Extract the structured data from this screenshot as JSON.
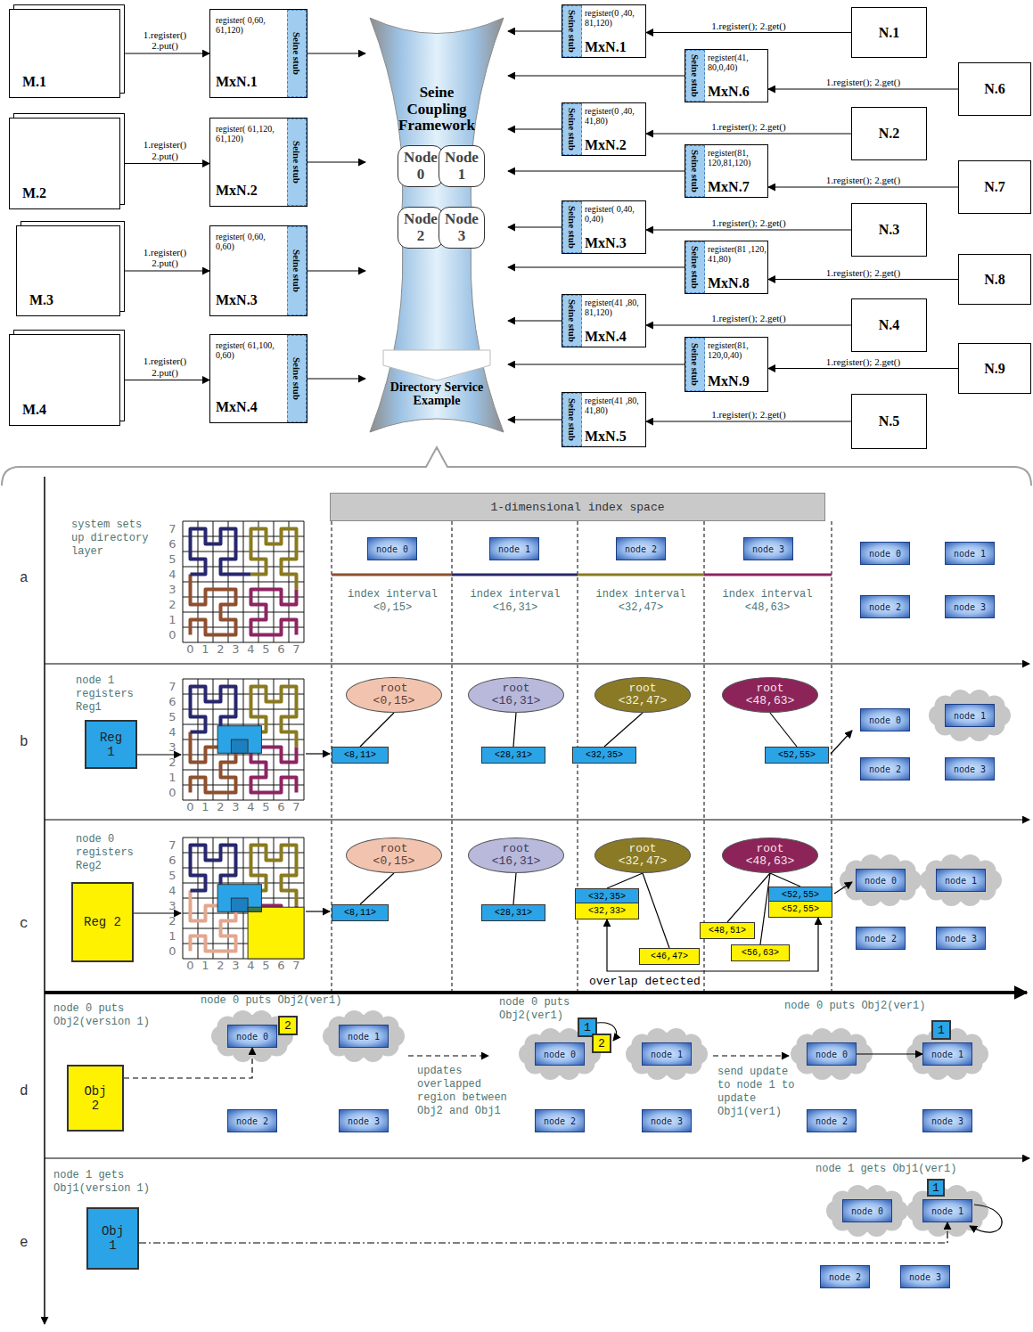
{
  "diagram": {
    "nodes": [
      {
        "text": [
          "M.1"
        ]
      },
      {
        "text": [
          "M.2"
        ]
      },
      {
        "text": [
          "M.3"
        ]
      },
      {
        "text": [
          "M.4"
        ]
      },
      {
        "text": [
          "register( 0,60, 61,120)",
          "MxN.1"
        ]
      },
      {
        "text": [
          "Seine stub"
        ],
        "in": 4
      },
      {
        "text": [
          "register( 61,120, 61,120)",
          "MxN.2"
        ]
      },
      {
        "text": [
          "Seine stub"
        ],
        "in": 6
      },
      {
        "text": [
          "register( 0,60, 0,60)",
          "MxN.3"
        ]
      },
      {
        "text": [
          "Seine stub"
        ],
        "in": 8
      },
      {
        "text": [
          "register( 61,100, 0,60)",
          "MxN.4"
        ]
      },
      {
        "text": [
          "Seine stub"
        ],
        "in": 10
      },
      {
        "text": [
          "Seine Coupling Framework",
          "Directory Service Example"
        ]
      },
      {
        "text": [
          "Node 0"
        ],
        "in": 12
      },
      {
        "text": [
          "Node 1"
        ],
        "in": 12
      },
      {
        "text": [
          "Node 2"
        ],
        "in": 12
      },
      {
        "text": [
          "Node 3"
        ],
        "in": 12
      },
      {
        "text": [
          "register(0 ,40, 81,120)",
          "MxN.1"
        ]
      },
      {
        "text": [
          "Seine stub"
        ],
        "in": 17
      },
      {
        "text": [
          "register(41, 80,0,40)",
          "MxN.6"
        ]
      },
      {
        "text": [
          "Seine stub"
        ],
        "in": 19
      },
      {
        "text": [
          "register(0 ,40, 41,80)",
          "MxN.2"
        ]
      },
      {
        "text": [
          "Seine stub"
        ],
        "in": 21
      },
      {
        "text": [
          "register(81, 120,81,120)",
          "MxN.7"
        ]
      },
      {
        "text": [
          "Seine stub"
        ],
        "in": 23
      },
      {
        "text": [
          "register( 0,40, 0,40)",
          "MxN.3"
        ]
      },
      {
        "text": [
          "Seine stub"
        ],
        "in": 25
      },
      {
        "text": [
          "register(81 ,120, 41,80)",
          "MxN.8"
        ]
      },
      {
        "text": [
          "Seine stub"
        ],
        "in": 27
      },
      {
        "text": [
          "register(41 ,80, 81,120)",
          "MxN.4"
        ]
      },
      {
        "text": [
          "Seine stub"
        ],
        "in": 29
      },
      {
        "text": [
          "register(81, 120,0,40)",
          "MxN.9"
        ]
      },
      {
        "text": [
          "Seine stub"
        ],
        "in": 31
      },
      {
        "text": [
          "register(41 ,80, 41,80)",
          "MxN.5"
        ]
      },
      {
        "text": [
          "Seine stub"
        ],
        "in": 33
      },
      {
        "text": [
          "N.1"
        ]
      },
      {
        "text": [
          "N.6"
        ]
      },
      {
        "text": [
          "N.2"
        ]
      },
      {
        "text": [
          "N.7"
        ]
      },
      {
        "text": [
          "N.3"
        ]
      },
      {
        "text": [
          "N.8"
        ]
      },
      {
        "text": [
          "N.4"
        ]
      },
      {
        "text": [
          "N.9"
        ]
      },
      {
        "text": [
          "N.5"
        ]
      },
      {
        "text": [
          "1-dimensional index space"
        ]
      },
      {
        "text": [
          "node 0"
        ]
      },
      {
        "text": [
          "node 1"
        ]
      },
      {
        "text": [
          "node 2"
        ]
      },
      {
        "text": [
          "node 3"
        ]
      },
      {
        "text": [
          "node 0"
        ]
      },
      {
        "text": [
          "node 1"
        ]
      },
      {
        "text": [
          "node 2"
        ]
      },
      {
        "text": [
          "node 3"
        ]
      },
      {
        "text": [
          "Reg 1"
        ]
      },
      {
        "text": [
          "root <0,15>"
        ]
      },
      {
        "text": [
          "root <16,31>"
        ]
      },
      {
        "text": [
          "root <32,47>"
        ]
      },
      {
        "text": [
          "root <48,63>"
        ]
      },
      {
        "text": [
          "<8,11>"
        ]
      },
      {
        "text": [
          "<28,31>"
        ]
      },
      {
        "text": [
          "<32,35>"
        ]
      },
      {
        "text": [
          "<52,55>"
        ]
      },
      {
        "text": [
          "node 0"
        ]
      },
      {
        "text": [
          "node 1"
        ]
      },
      {
        "text": [
          "node 2"
        ]
      },
      {
        "text": [
          "node 3"
        ]
      },
      {
        "text": [
          "Reg 2"
        ]
      },
      {
        "text": [
          "root <0,15>"
        ]
      },
      {
        "text": [
          "root <16,31>"
        ]
      },
      {
        "text": [
          "root <32,47>"
        ]
      },
      {
        "text": [
          "root <48,63>"
        ]
      },
      {
        "text": [
          "<8,11>"
        ]
      },
      {
        "text": [
          "<28,31>"
        ]
      },
      {
        "text": [
          "<32,35>"
        ]
      },
      {
        "text": [
          "<32,33>"
        ]
      },
      {
        "text": [
          "<46,47>"
        ]
      },
      {
        "text": [
          "<48,51>"
        ]
      },
      {
        "text": [
          "<52,55>"
        ]
      },
      {
        "text": [
          "<52,55>"
        ]
      },
      {
        "text": [
          "<56,63>"
        ]
      },
      {
        "text": [
          "node 0"
        ]
      },
      {
        "text": [
          "node 1"
        ]
      },
      {
        "text": [
          "node 2"
        ]
      },
      {
        "text": [
          "node 3"
        ]
      },
      {
        "text": [
          "Obj 2"
        ]
      },
      {
        "text": [
          "node 0"
        ]
      },
      {
        "text": [
          "2"
        ]
      },
      {
        "text": [
          "node 1"
        ]
      },
      {
        "text": [
          "node 2"
        ]
      },
      {
        "text": [
          "node 3"
        ]
      },
      {
        "text": [
          "node 0"
        ]
      },
      {
        "text": [
          "1"
        ]
      },
      {
        "text": [
          "2"
        ]
      },
      {
        "text": [
          "node 1"
        ]
      },
      {
        "text": [
          "node 2"
        ]
      },
      {
        "text": [
          "node 3"
        ]
      },
      {
        "text": [
          "node 0"
        ]
      },
      {
        "text": [
          "node 1"
        ]
      },
      {
        "text": [
          "1"
        ]
      },
      {
        "text": [
          "node 2"
        ]
      },
      {
        "text": [
          "node 3"
        ]
      },
      {
        "text": [
          "Obj 1"
        ]
      },
      {
        "text": [
          "1"
        ]
      },
      {
        "text": [
          "node 0"
        ]
      },
      {
        "text": [
          "node 1"
        ]
      },
      {
        "text": [
          "node 2"
        ]
      },
      {
        "text": [
          "node 3"
        ]
      }
    ],
    "edges": [
      {
        "from": 0,
        "to": 4,
        "label": "1.register() 2.put()",
        "arrow": "to"
      },
      {
        "from": 1,
        "to": 6,
        "label": "1.register() 2.put()",
        "arrow": "to"
      },
      {
        "from": 2,
        "to": 8,
        "label": "1.register() 2.put()",
        "arrow": "to"
      },
      {
        "from": 3,
        "to": 10,
        "label": "1.register() 2.put()",
        "arrow": "to"
      },
      {
        "from": 4,
        "to": 12,
        "arrow": "to"
      },
      {
        "from": 6,
        "to": 12,
        "arrow": "to"
      },
      {
        "from": 8,
        "to": 12,
        "arrow": "to"
      },
      {
        "from": 10,
        "to": 12,
        "arrow": "to"
      },
      {
        "from": 35,
        "to": 17,
        "label": "1.register(); 2.get()",
        "arrow": "to"
      },
      {
        "from": 36,
        "to": 19,
        "label": "1.register(); 2.get()",
        "arrow": "to"
      },
      {
        "from": 37,
        "to": 21,
        "label": "1.register(); 2.get()",
        "arrow": "to"
      },
      {
        "from": 38,
        "to": 23,
        "label": "1.register(); 2.get()",
        "arrow": "to"
      },
      {
        "from": 39,
        "to": 25,
        "label": "1.register(); 2.get()",
        "arrow": "to"
      },
      {
        "from": 40,
        "to": 27,
        "label": "1.register(); 2.get()",
        "arrow": "to"
      },
      {
        "from": 41,
        "to": 29,
        "label": "1.register(); 2.get()",
        "arrow": "to"
      },
      {
        "from": 42,
        "to": 31,
        "label": "1.register(); 2.get()",
        "arrow": "to"
      },
      {
        "from": 43,
        "to": 33,
        "label": "1.register(); 2.get()",
        "arrow": "to"
      },
      {
        "from": 17,
        "to": 12,
        "arrow": "to"
      },
      {
        "from": 19,
        "to": 12,
        "arrow": "to"
      },
      {
        "from": 21,
        "to": 12,
        "arrow": "to"
      },
      {
        "from": 23,
        "to": 12,
        "arrow": "to"
      },
      {
        "from": 25,
        "to": 12,
        "arrow": "to"
      },
      {
        "from": 27,
        "to": 12,
        "arrow": "to"
      },
      {
        "from": 29,
        "to": 12,
        "arrow": "to"
      },
      {
        "from": 31,
        "to": 12,
        "arrow": "to"
      },
      {
        "from": 33,
        "to": 12,
        "arrow": "to"
      },
      {
        "from": 54,
        "to": 58,
        "arrow": "none"
      },
      {
        "from": 55,
        "to": 59,
        "arrow": "none"
      },
      {
        "from": 56,
        "to": 60,
        "arrow": "none"
      },
      {
        "from": 57,
        "to": 61,
        "arrow": "none"
      },
      {
        "from": 67,
        "to": 71,
        "arrow": "none"
      },
      {
        "from": 68,
        "to": 72,
        "arrow": "none"
      },
      {
        "from": 69,
        "to": 73,
        "arrow": "none"
      },
      {
        "from": 69,
        "to": 75,
        "arrow": "none"
      },
      {
        "from": 70,
        "to": 76,
        "arrow": "none"
      },
      {
        "from": 70,
        "to": 77,
        "arrow": "none"
      },
      {
        "from": 70,
        "to": 79,
        "arrow": "none"
      },
      {
        "from": 78,
        "to": 74,
        "label": "overlap detected",
        "arrow": "both"
      },
      {
        "from": 84,
        "to": 85,
        "arrow": "to"
      },
      {
        "from": 96,
        "to": 97,
        "arrow": "to"
      },
      {
        "from": 101,
        "to": 104,
        "arrow": "to"
      }
    ],
    "labels": [
      "a",
      "b",
      "c",
      "d",
      "e",
      "system sets up directory layer",
      "index interval <0,15>",
      "index interval <16,31>",
      "index interval <32,47>",
      "index interval <48,63>",
      "7",
      "6",
      "5",
      "4",
      "3",
      "2",
      "1",
      "0",
      "0",
      "1",
      "2",
      "3",
      "4",
      "5",
      "6",
      "7",
      "7",
      "6",
      "5",
      "4",
      "3",
      "2",
      "1",
      "0",
      "0",
      "1",
      "2",
      "3",
      "4",
      "5",
      "6",
      "7",
      "7",
      "6",
      "5",
      "4",
      "3",
      "2",
      "1",
      "0",
      "0",
      "1",
      "2",
      "3",
      "4",
      "5",
      "6",
      "7",
      "node 1 registers Reg1",
      "node 0 registers Reg2",
      "node 0 puts Obj2(version 1)",
      "node 0 puts Obj2(ver1)",
      "node 0 puts Obj2(ver1)",
      "node 0 puts Obj2(ver1)",
      "updates overlapped region between Obj2 and Obj1",
      "send update to node 1 to update Obj1(ver1)",
      "node 1 gets Obj1(version 1)",
      "node 1 gets Obj1(ver1)"
    ]
  }
}
